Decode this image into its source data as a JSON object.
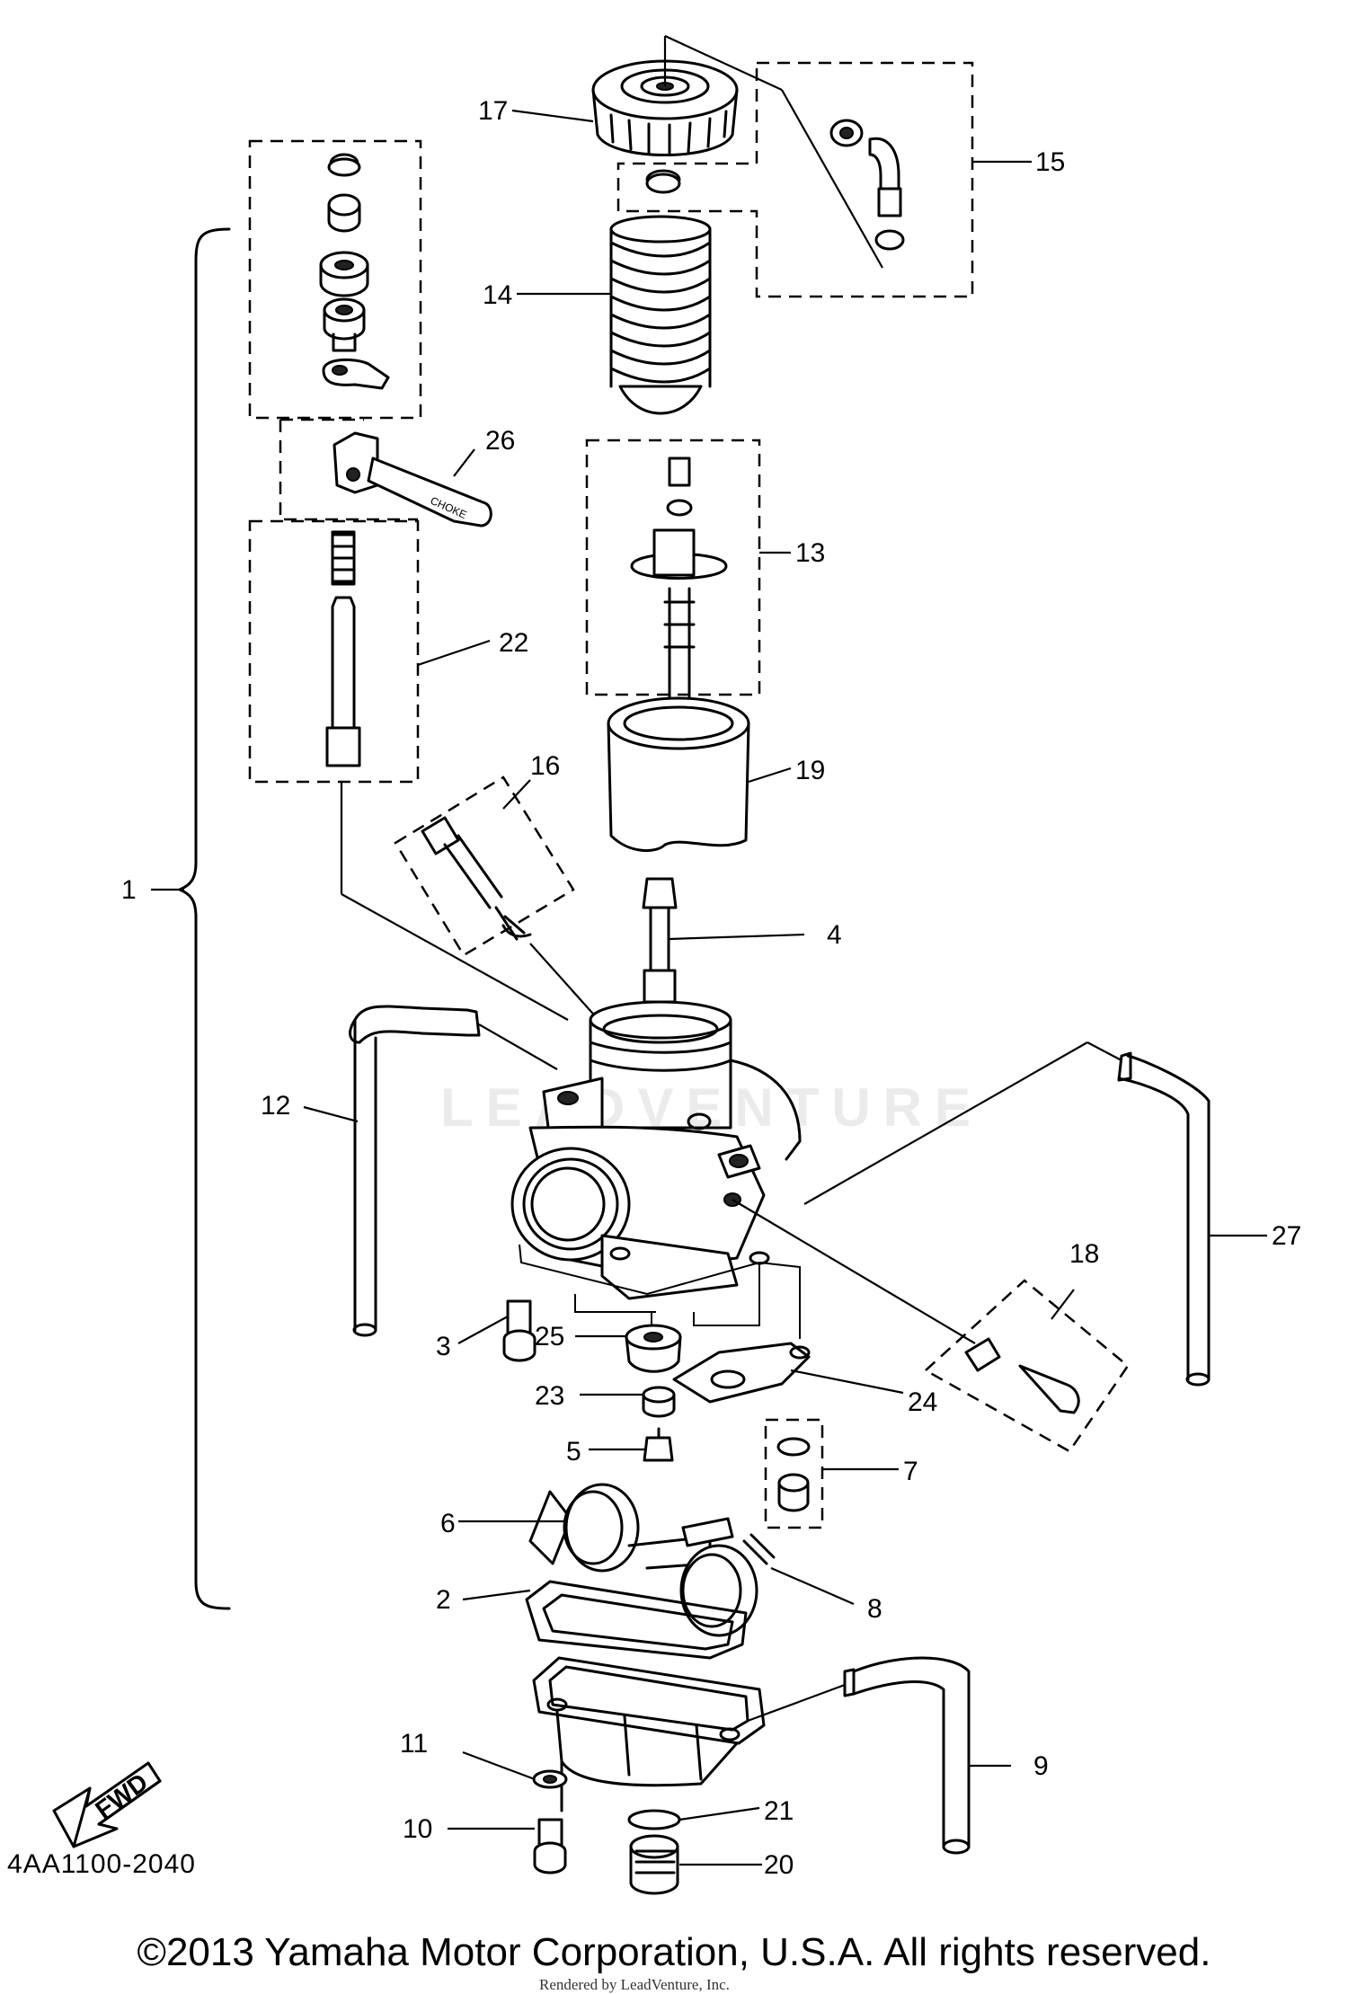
{
  "diagram": {
    "callouts": [
      "1",
      "2",
      "3",
      "4",
      "5",
      "6",
      "7",
      "8",
      "9",
      "10",
      "11",
      "12",
      "13",
      "14",
      "15",
      "16",
      "17",
      "18",
      "19",
      "20",
      "21",
      "22",
      "23",
      "24",
      "25",
      "26",
      "27"
    ],
    "diagram_code": "4AA1100-2040",
    "fwd_arrow_label": "FWD",
    "choke_lever_text": "CHOKE",
    "watermark": "LEADVENTURE"
  },
  "footer": {
    "copyright": "©2013 Yamaha Motor Corporation, U.S.A. All rights reserved.",
    "render_note": "Rendered by LeadVenture, Inc."
  }
}
